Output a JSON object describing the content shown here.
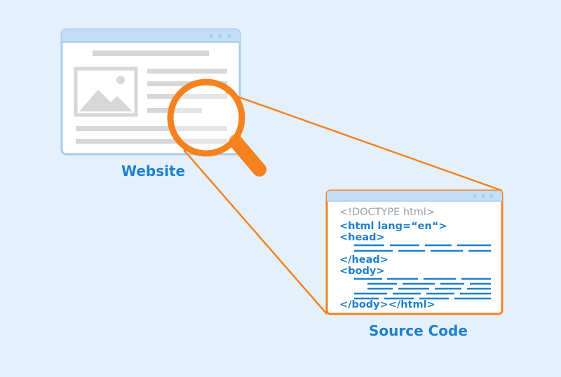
{
  "website": {
    "label": "Website"
  },
  "source": {
    "label": "Source Code",
    "lines": [
      "<!DOCTYPE html>",
      "<html lang=“en“>",
      "<head>",
      "</head>",
      "<body>",
      "</body></html>"
    ]
  },
  "colors": {
    "background": "#e4f1fd",
    "accent_orange": "#f5821f",
    "brand_blue": "#1f7fce",
    "window_border": "#a9cdee",
    "placeholder_gray": "#d7d7d7"
  }
}
